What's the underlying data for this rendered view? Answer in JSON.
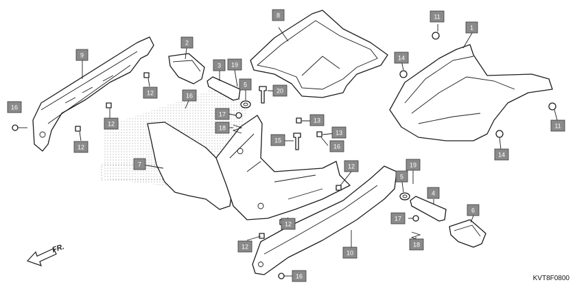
{
  "diagram": {
    "code": "KVT8F0800",
    "direction": "FR."
  },
  "callouts": [
    {
      "id": "c1",
      "text": "1"
    },
    {
      "id": "c2",
      "text": "2"
    },
    {
      "id": "c3",
      "text": "3"
    },
    {
      "id": "c4",
      "text": "4"
    },
    {
      "id": "c5a",
      "text": "5"
    },
    {
      "id": "c5b",
      "text": "5"
    },
    {
      "id": "c6",
      "text": "6"
    },
    {
      "id": "c7",
      "text": "7"
    },
    {
      "id": "c8",
      "text": "8"
    },
    {
      "id": "c9",
      "text": "9"
    },
    {
      "id": "c10",
      "text": "10"
    },
    {
      "id": "c11a",
      "text": "11"
    },
    {
      "id": "c11b",
      "text": "11"
    },
    {
      "id": "c12a",
      "text": "12"
    },
    {
      "id": "c12b",
      "text": "12"
    },
    {
      "id": "c12c",
      "text": "12"
    },
    {
      "id": "c12d",
      "text": "12"
    },
    {
      "id": "c12e",
      "text": "12"
    },
    {
      "id": "c12f",
      "text": "12"
    },
    {
      "id": "c13a",
      "text": "13"
    },
    {
      "id": "c13b",
      "text": "13"
    },
    {
      "id": "c14a",
      "text": "14"
    },
    {
      "id": "c14b",
      "text": "14"
    },
    {
      "id": "c15",
      "text": "15"
    },
    {
      "id": "c16a",
      "text": "16"
    },
    {
      "id": "c16b",
      "text": "16"
    },
    {
      "id": "c16c",
      "text": "16"
    },
    {
      "id": "c16d",
      "text": "16"
    },
    {
      "id": "c17a",
      "text": "17"
    },
    {
      "id": "c17b",
      "text": "17"
    },
    {
      "id": "c18a",
      "text": "18"
    },
    {
      "id": "c18b",
      "text": "18"
    },
    {
      "id": "c19a",
      "text": "19"
    },
    {
      "id": "c19b",
      "text": "19"
    },
    {
      "id": "c20",
      "text": "20"
    }
  ],
  "colors": {
    "callout_fill": "#8a8a8a",
    "stroke": "#1a1a1a",
    "background": "#ffffff"
  }
}
